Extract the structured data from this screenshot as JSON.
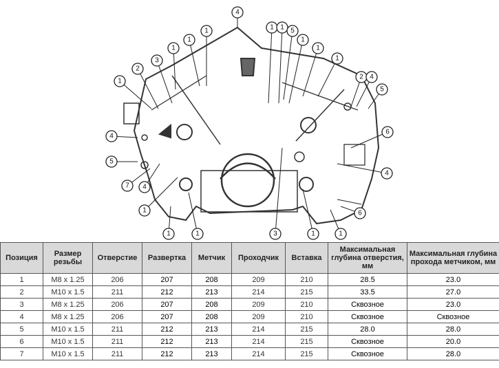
{
  "callouts": [
    "1",
    "2",
    "3",
    "4",
    "5",
    "6"
  ],
  "table": {
    "headers": [
      "Позиция",
      "Размер резьбы",
      "Отверстие",
      "Развертка",
      "Метчик",
      "Проходчик",
      "Вставка",
      "Максимальная глубина отверстия, мм",
      "Максимальная глубина прохода метчиком, мм"
    ],
    "rows": [
      [
        "1",
        "M8 x 1.25",
        "206",
        "207",
        "208",
        "209",
        "210",
        "28.5",
        "23.0"
      ],
      [
        "2",
        "M10 x 1.5",
        "211",
        "212",
        "213",
        "214",
        "215",
        "33.5",
        "27.0"
      ],
      [
        "3",
        "M8 x 1.25",
        "206",
        "207",
        "208",
        "209",
        "210",
        "Сквозное",
        "23.0"
      ],
      [
        "4",
        "M8 x 1.25",
        "206",
        "207",
        "208",
        "209",
        "210",
        "Сквозное",
        "Сквозное"
      ],
      [
        "5",
        "M10 x 1.5",
        "211",
        "212",
        "213",
        "214",
        "215",
        "28.0",
        "28.0"
      ],
      [
        "6",
        "M10 x 1.5",
        "211",
        "212",
        "213",
        "214",
        "215",
        "Сквозное",
        "20.0"
      ],
      [
        "7",
        "M10 x 1.5",
        "211",
        "212",
        "213",
        "214",
        "215",
        "Сквозное",
        "28.0"
      ]
    ]
  }
}
